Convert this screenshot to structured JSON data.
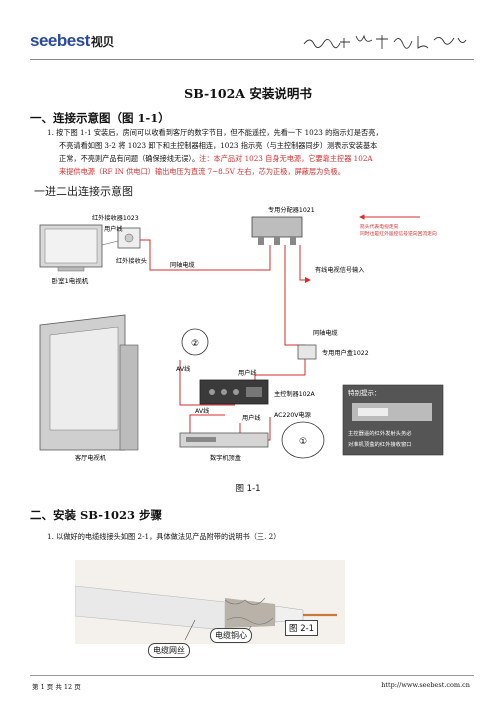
{
  "header": {
    "logo_en": "seebest",
    "logo_cn": "视贝"
  },
  "title": "SB-102A 安装说明书",
  "section1": {
    "heading": "一、连接示意图（图 1-1）",
    "lines": [
      "1. 按下图 1-1 安装后，房间可以收看到客厅的数字节目，但不能遥控，先看一下 1023 的指示灯是否亮，",
      "不亮请看如图 3-2 将 1023 卸下和主控制器相连，1023 指示亮（与主控制器同步）测表示安装基本",
      "正常，不亮则产品有问题（确保接线无误）。"
    ],
    "note_inline": "注：本产品对 1023 自身无电源，它要靠主控器 102A",
    "note_line2": "来提供电源（RF IN 供电口）输出电压为直流 7~8.5V 左右，芯为正极，屏蔽层为负极。"
  },
  "diagram": {
    "title": "一进二出连接示意图",
    "labels": {
      "ir_receiver": "红外接收器1023",
      "user_line_top": "用户线",
      "ir_head": "红外接收头",
      "bedroom_tv": "卧室1电视机",
      "coax_left": "同轴电缆",
      "splitter": "专用分配器1021",
      "cable_input": "有线电视信号输入",
      "coax_right": "同轴电缆",
      "user_box": "专用用户盒1022",
      "av_line_top": "AV线",
      "user_line_mid": "用户线",
      "main_ctrl": "主控制器102A",
      "power": "AC220V电源",
      "av_line_bottom": "AV线",
      "user_line_bottom": "用户线",
      "living_tv": "客厅电视机",
      "stb": "数字机顶盒",
      "marker1": "①",
      "marker2": "②",
      "legend_line1": "箭头代表电视走向",
      "legend_line2": "同时也是红外遥控信号逆向回流走向",
      "tip_title": "特别提示：",
      "tip_line1": "主控器遥的红外发射头务必",
      "tip_line2": "对准机顶盒的红外接收窗口"
    },
    "figure_caption": "图 1-1"
  },
  "section2": {
    "heading": "二、安装 SB-1023 步骤",
    "step1": "1. 以做好的电缆线接头如图 2-1，具体做法见产品附带的说明书（三. 2）",
    "photo_label_core": "电缆铜心",
    "photo_label_mesh": "电缆网丝",
    "photo_caption": "图 2-1"
  },
  "footer": {
    "page": "第 1 页 共 12 页",
    "url": "http://www.seebest.com.cn"
  },
  "colors": {
    "logo_blue": "#2b4a9e",
    "accent_red": "#d62c2c"
  }
}
